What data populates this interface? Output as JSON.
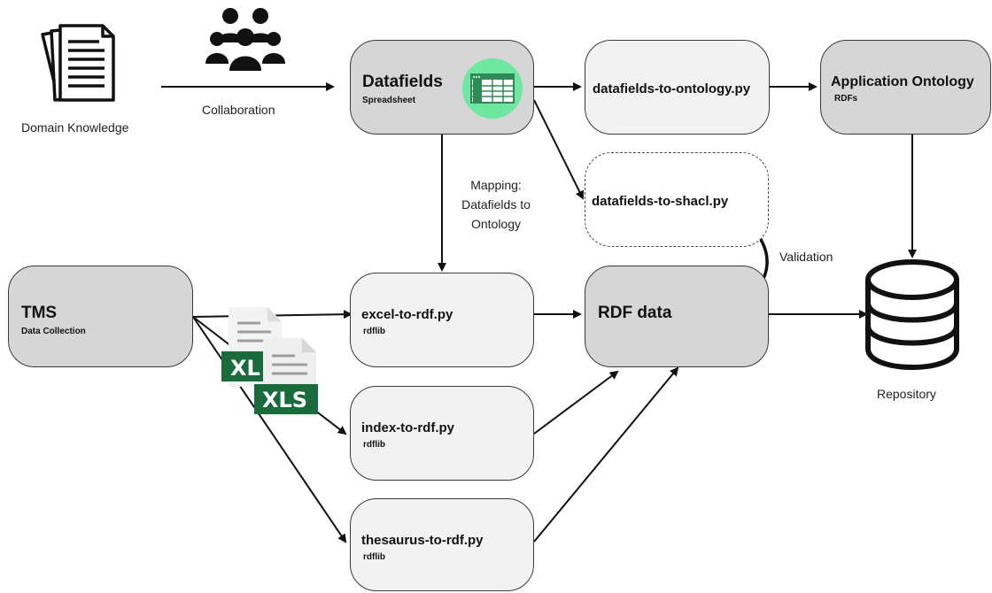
{
  "domain_knowledge": {
    "label": "Domain Knowledge",
    "icon": "document-stack-icon"
  },
  "collaboration": {
    "label": "Collaboration",
    "icon": "people-group-icon"
  },
  "datafields": {
    "title": "Datafields",
    "subtitle": "Spreadsheet",
    "icon": "spreadsheet-icon",
    "icon_bg": "#6ee7a0"
  },
  "df_to_ontology": {
    "title": "datafields-to-ontology.py"
  },
  "app_ontology": {
    "title": "Application Ontology",
    "subtitle": "RDFs"
  },
  "df_to_shacl": {
    "title": "datafields-to-shacl.py"
  },
  "mapping": {
    "line1": "Mapping:",
    "line2": "Datafields to",
    "line3": "Ontology"
  },
  "validation": {
    "label": "Validation"
  },
  "tms": {
    "title": "TMS",
    "subtitle": "Data Collection"
  },
  "xls_files": {
    "label_front": "XLS",
    "label_back": "XL",
    "icon": "xls-file-icon",
    "color": "#1a6b3c"
  },
  "excel_to_rdf": {
    "title": "excel-to-rdf.py",
    "subtitle": "rdflib"
  },
  "index_to_rdf": {
    "title": "index-to-rdf.py",
    "subtitle": "rdflib"
  },
  "thesaurus_to_rdf": {
    "title": "thesaurus-to-rdf.py",
    "subtitle": "rdflib"
  },
  "rdf_data": {
    "title": "RDF data"
  },
  "repository": {
    "label": "Repository",
    "icon": "database-icon"
  }
}
